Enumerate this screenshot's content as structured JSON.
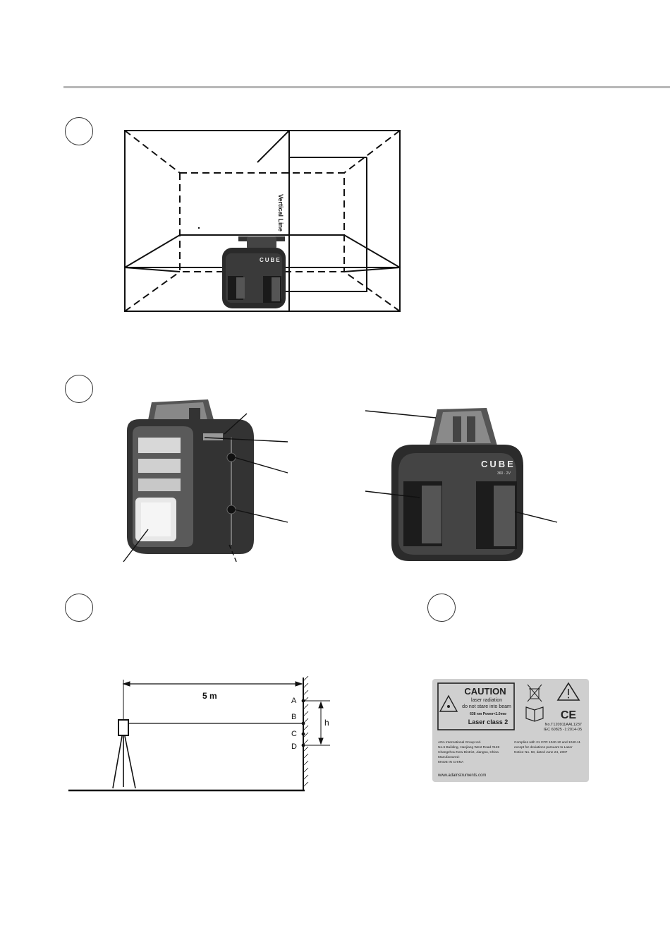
{
  "figure1": {
    "vertical_line_label": "Vertical Line",
    "device_brand": "CUBE"
  },
  "figure2": {
    "device_brand": "CUBE",
    "device_model": "360 · 2V"
  },
  "figure3": {
    "distance_label": "5 m",
    "height_label": "h",
    "point_a": "A",
    "point_b": "B",
    "point_c": "C",
    "point_d": "D"
  },
  "figure4": {
    "caution_title": "CAUTION",
    "caution_line1": "laser radiation",
    "caution_line2": "do not stare into beam",
    "caution_spec": "638 nm  Power<1.0mw",
    "laser_class": "Laser class 2",
    "cert_no": "No.T120911AAL1237",
    "iec": "IEC 60825 -1:2014-05",
    "company_name": "ADA International Group Ltd.",
    "company_addr1": "No.6 Building, Hanjiang West Road #128",
    "company_addr2": "Changzhou New District, Jiangsu, China",
    "manufactured": "Manufactured:",
    "made_in": "MADE IN CHINA",
    "complies1": "Complies with 21 CFR 1040.10 and 1040.11",
    "complies2": "except for deviations pursuant to Laser",
    "complies3": "Notice No. 50, dated June 24, 2007",
    "website": "www.adainstruments.com",
    "ce_mark": "CE"
  }
}
